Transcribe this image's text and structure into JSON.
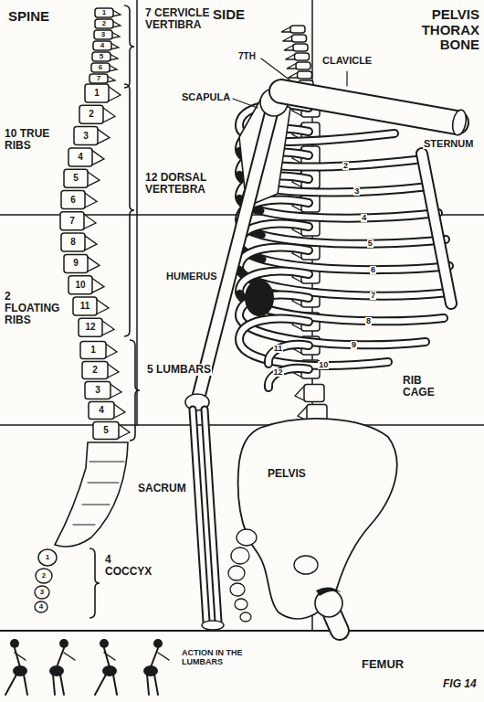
{
  "diagram": {
    "caption": "FIG 14",
    "labels": [
      "SPINE",
      "7 CERVICLE VERTIBRA",
      "SIDE",
      "PELVIS THORAX BONE",
      "1",
      "2",
      "3",
      "4",
      "5",
      "6",
      "7",
      "10 TRUE RIBS",
      "1",
      "2",
      "3",
      "4",
      "5",
      "6",
      "7",
      "8",
      "9",
      "10",
      "11",
      "12",
      "12 DORSAL VERTEBRA",
      "2 FLOATING RIBS",
      "1",
      "2",
      "3",
      "4",
      "5",
      "5 LUMBARS",
      "SACRUM",
      "1",
      "2",
      "3",
      "4",
      "4 COCCYX",
      "7TH",
      "CLAVICLE",
      "SCAPULA",
      "STERNUM",
      "HUMERUS",
      "2",
      "3",
      "4",
      "5",
      "6",
      "7",
      "8",
      "9",
      "10",
      "11",
      "12",
      "RIB CAGE",
      "PELVIS",
      "ACTION IN THE LUMBARS",
      "FEMUR"
    ]
  }
}
